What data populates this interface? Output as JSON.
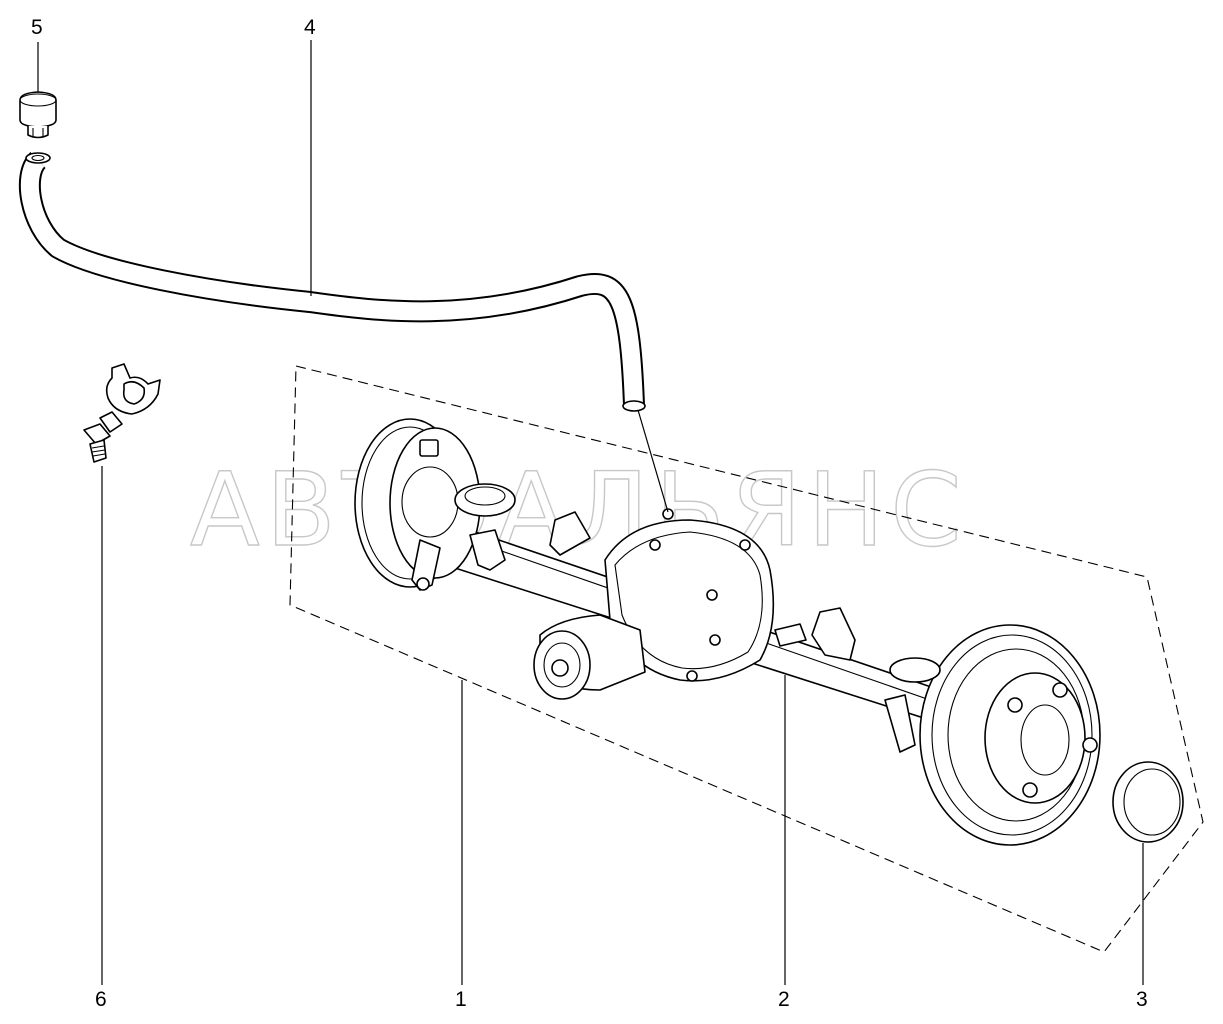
{
  "watermark": "АВТОАЛЬЯНС",
  "callouts": [
    {
      "id": "1",
      "label": "1"
    },
    {
      "id": "2",
      "label": "2"
    },
    {
      "id": "3",
      "label": "3"
    },
    {
      "id": "4",
      "label": "4"
    },
    {
      "id": "5",
      "label": "5"
    },
    {
      "id": "6",
      "label": "6"
    }
  ],
  "parts": {
    "axle_assembly": "rear-axle-assembly",
    "axle_housing": "axle-housing",
    "dust_cap": "hub-dust-cap",
    "breather_hose": "breather-hose",
    "breather_cap": "breather-cap",
    "hose_clip": "hose-clip"
  }
}
